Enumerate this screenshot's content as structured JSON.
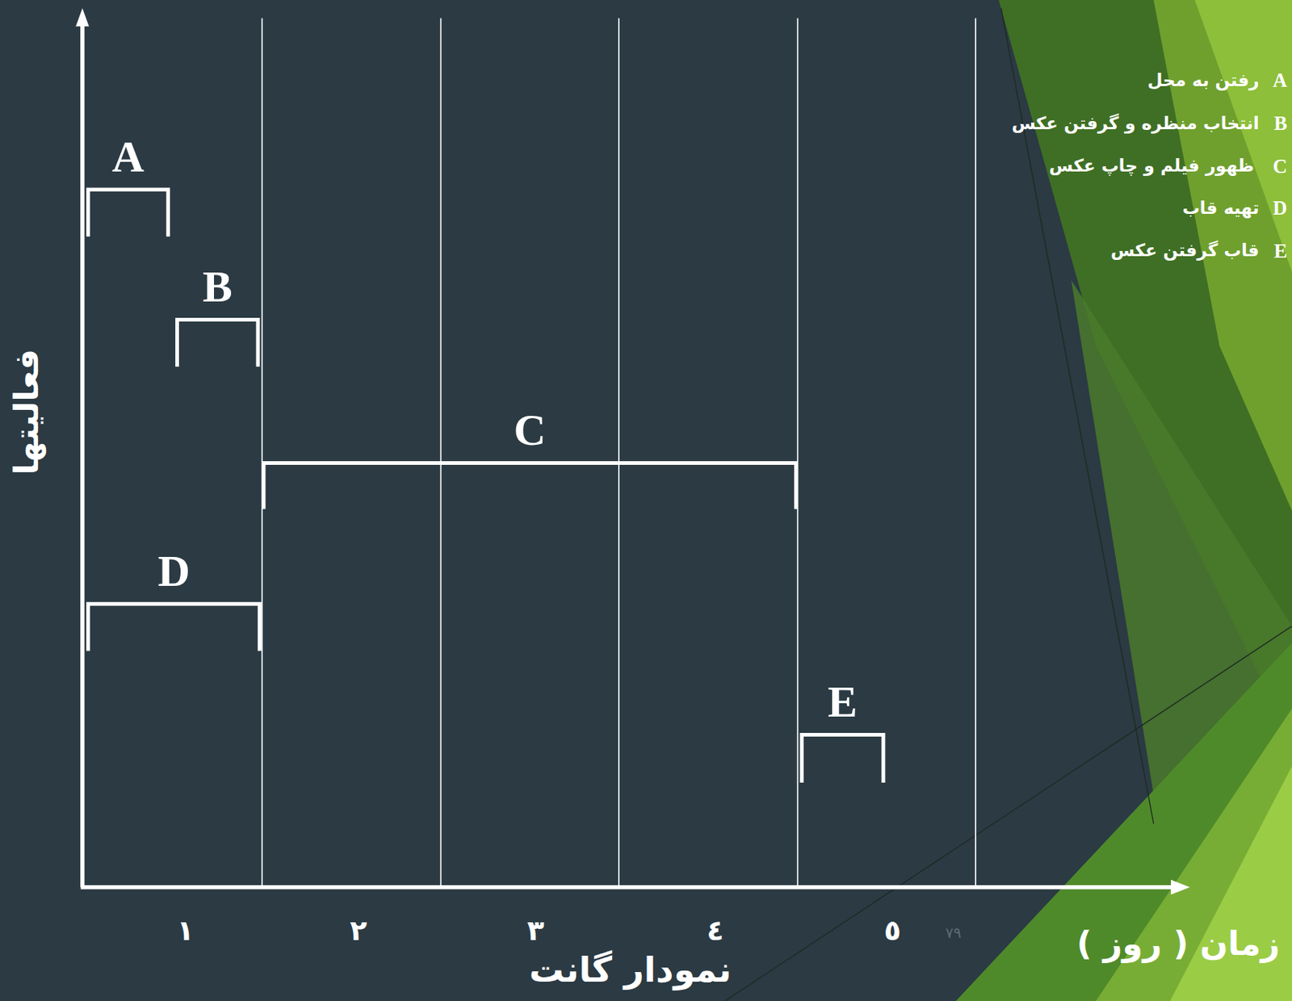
{
  "diagram": {
    "title": "نمودار گانت",
    "nodes": [
      {
        "text": [
          "A"
        ]
      },
      {
        "text": [
          "B"
        ]
      },
      {
        "text": [
          "C"
        ]
      },
      {
        "text": [
          "D"
        ]
      },
      {
        "text": [
          "E"
        ]
      }
    ],
    "labels": [
      "A",
      "رفتن به محل",
      "B",
      "انتخاب منظره و گرفتن عکس",
      "C",
      "ظهور فیلم و چاپ عکس",
      "D",
      "تهیه قاب",
      "E",
      "قاب گرفتن عکس",
      "فعالیتها",
      "١",
      "٢",
      "٣",
      "٤",
      "٥",
      "٧٩",
      "زمان ( روز )"
    ]
  }
}
